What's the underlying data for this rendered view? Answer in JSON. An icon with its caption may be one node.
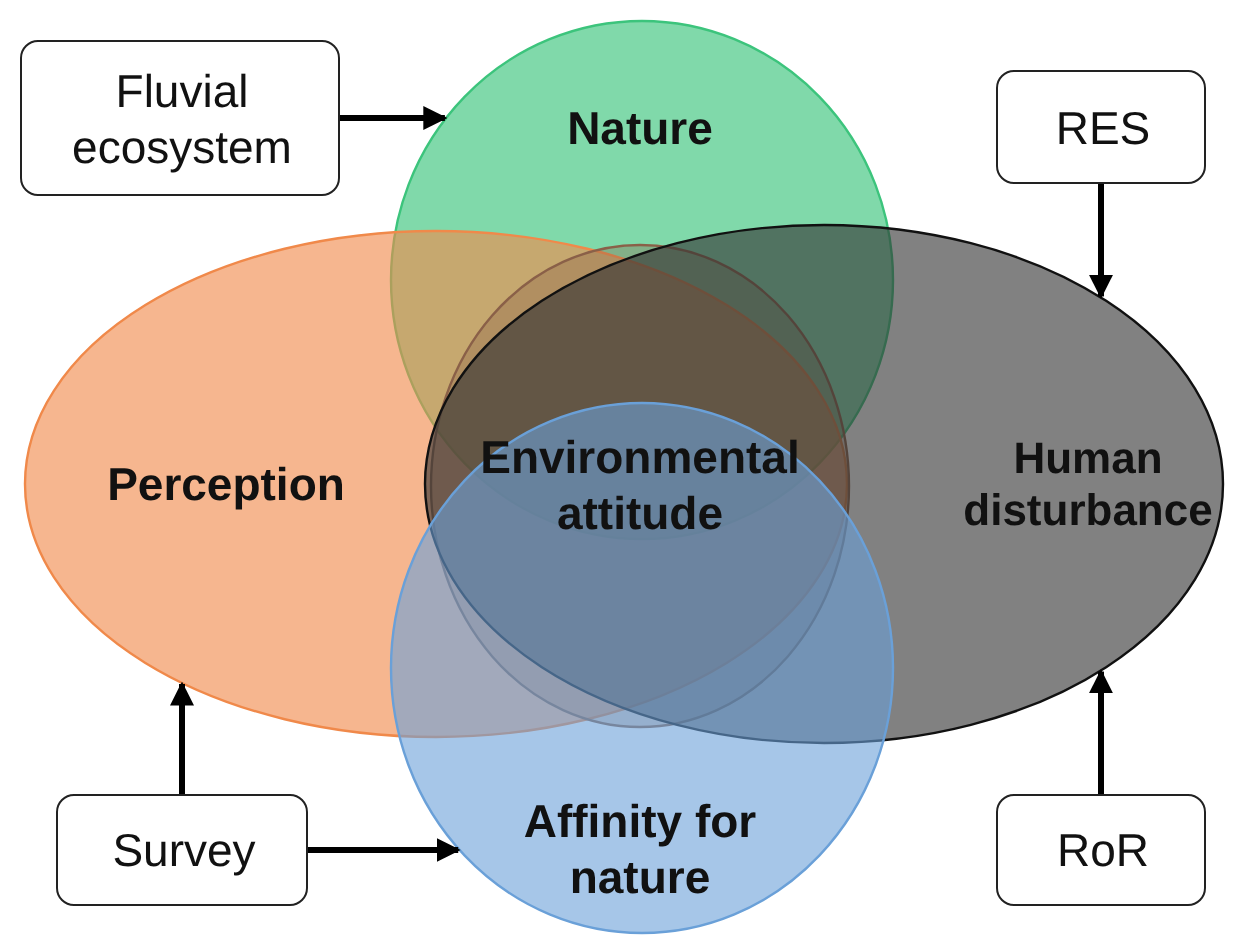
{
  "diagram": {
    "nodes": [
      {
        "text": [
          "Fluvial ecosystem"
        ]
      },
      {
        "text": [
          "Nature"
        ]
      },
      {
        "text": [
          "RES"
        ]
      },
      {
        "text": [
          "Perception"
        ]
      },
      {
        "text": [
          "Environmental attitude"
        ]
      },
      {
        "text": [
          "Human disturbance"
        ]
      },
      {
        "text": [
          "Survey"
        ]
      },
      {
        "text": [
          "Affinity for nature"
        ]
      },
      {
        "text": [
          "RoR"
        ]
      }
    ],
    "edges": [
      {
        "from": 0,
        "to": 1,
        "arrow": "to"
      },
      {
        "from": 2,
        "to": 5,
        "arrow": "to"
      },
      {
        "from": 6,
        "to": 3,
        "arrow": "to"
      },
      {
        "from": 6,
        "to": 7,
        "arrow": "to"
      },
      {
        "from": 8,
        "to": 5,
        "arrow": "to"
      }
    ]
  }
}
